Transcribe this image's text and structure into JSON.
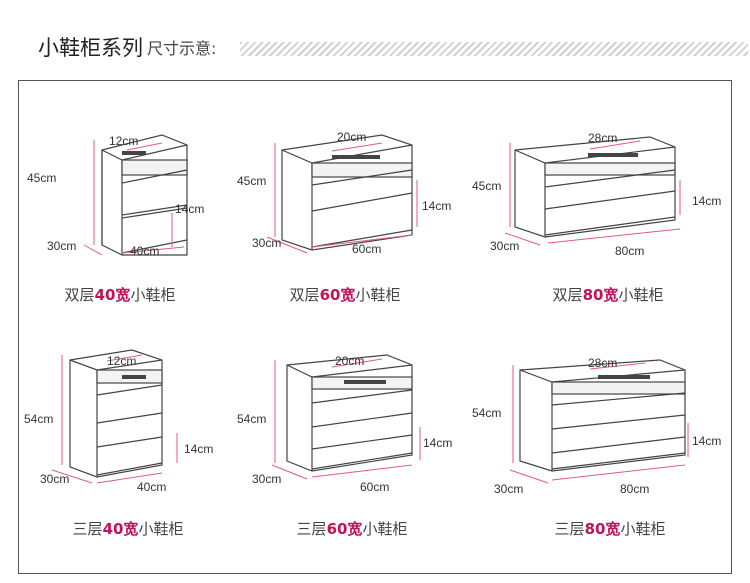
{
  "header": {
    "title": "小鞋柜系列",
    "subtitle": "尺寸示意:"
  },
  "colors": {
    "accent": "#c0135a",
    "dimension_line": "#e05a8a"
  },
  "cabinets": [
    {
      "depth": "30cm",
      "width": "40cm",
      "height": "45cm",
      "handle": "12cm",
      "shelf": "14cm",
      "caption_pre": "双层",
      "caption_hl": "40宽",
      "caption_post": "小鞋柜"
    },
    {
      "depth": "30cm",
      "width": "60cm",
      "height": "45cm",
      "handle": "20cm",
      "shelf": "14cm",
      "caption_pre": "双层",
      "caption_hl": "60宽",
      "caption_post": "小鞋柜"
    },
    {
      "depth": "30cm",
      "width": "80cm",
      "height": "45cm",
      "handle": "28cm",
      "shelf": "14cm",
      "caption_pre": "双层",
      "caption_hl": "80宽",
      "caption_post": "小鞋柜"
    },
    {
      "depth": "30cm",
      "width": "40cm",
      "height": "54cm",
      "handle": "12cm",
      "shelf": "14cm",
      "caption_pre": "三层",
      "caption_hl": "40宽",
      "caption_post": "小鞋柜"
    },
    {
      "depth": "30cm",
      "width": "60cm",
      "height": "54cm",
      "handle": "20cm",
      "shelf": "14cm",
      "caption_pre": "三层",
      "caption_hl": "60宽",
      "caption_post": "小鞋柜"
    },
    {
      "depth": "30cm",
      "width": "80cm",
      "height": "54cm",
      "handle": "28cm",
      "shelf": "14cm",
      "caption_pre": "三层",
      "caption_hl": "80宽",
      "caption_post": "小鞋柜"
    }
  ]
}
